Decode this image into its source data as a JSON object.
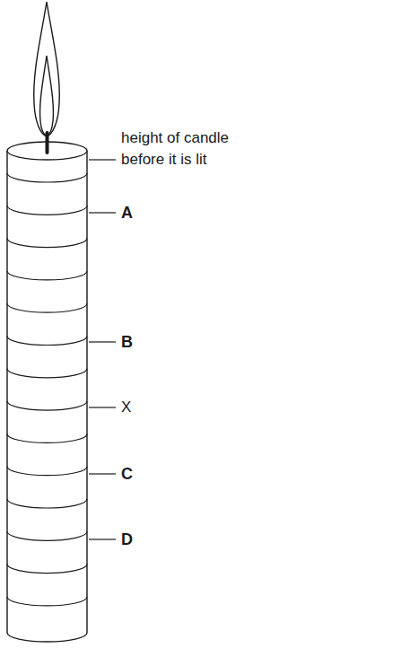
{
  "diagram": {
    "labels": [
      "height of candle before it is lit",
      "A",
      "B",
      "X",
      "C",
      "D"
    ]
  }
}
